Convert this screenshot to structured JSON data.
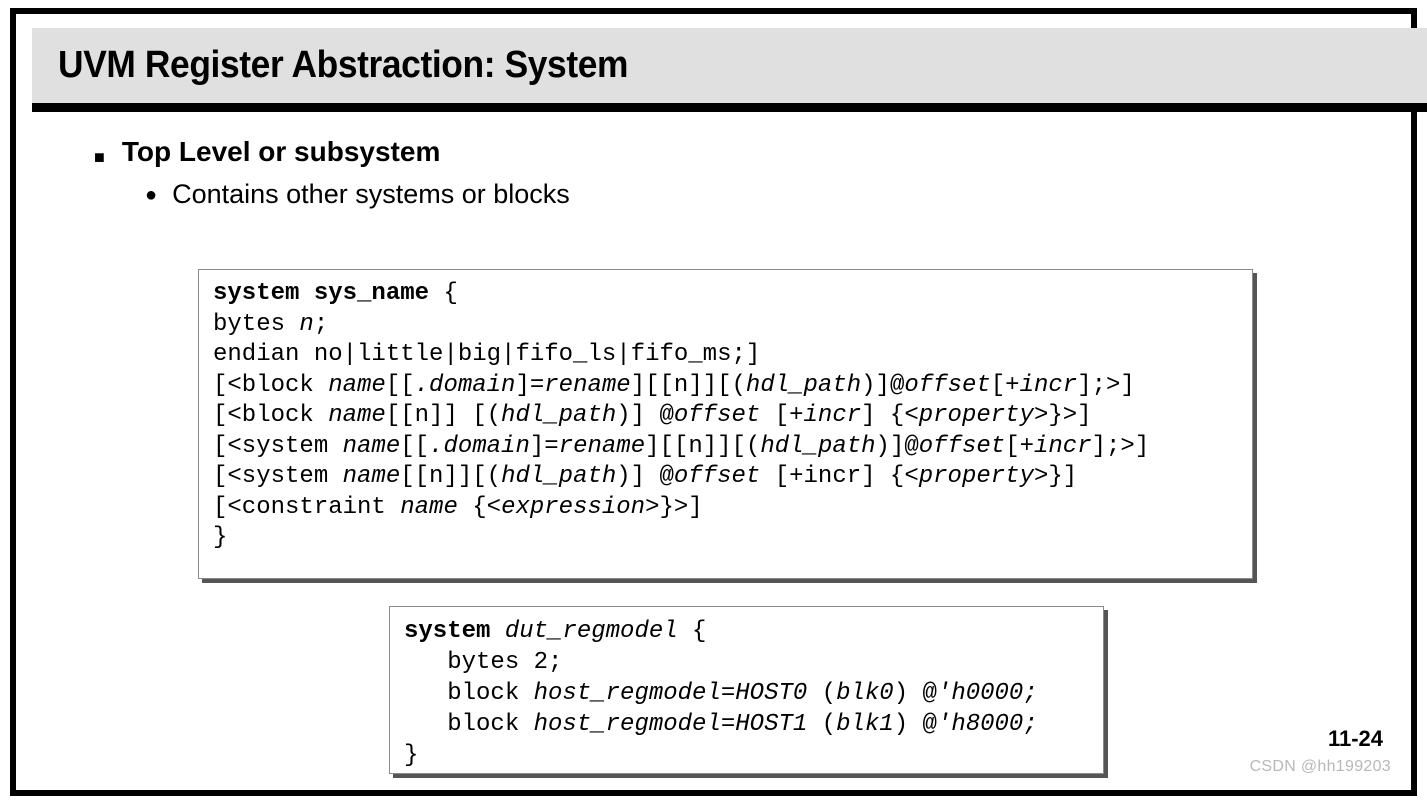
{
  "slide": {
    "title": "UVM Register Abstraction: System",
    "page_number": "11-24",
    "watermark": "CSDN @hh199203",
    "bullets": [
      {
        "level": 1,
        "marker": "■",
        "text": "Top Level or subsystem"
      },
      {
        "level": 2,
        "marker": "●",
        "text": "Contains other systems or blocks"
      }
    ]
  },
  "code_syntax": {
    "lines": [
      [
        {
          "t": "system sys_name",
          "style": "bold"
        },
        {
          "t": " {",
          "style": "plain"
        }
      ],
      [
        {
          "t": "bytes ",
          "style": "plain"
        },
        {
          "t": "n",
          "style": "italic"
        },
        {
          "t": ";",
          "style": "plain"
        }
      ],
      [
        {
          "t": "endian no|little|big|fifo_ls|fifo_ms;]",
          "style": "plain"
        }
      ],
      [
        {
          "t": "[<block ",
          "style": "plain"
        },
        {
          "t": "name",
          "style": "italic"
        },
        {
          "t": "[[",
          "style": "plain"
        },
        {
          "t": ".domain",
          "style": "italic"
        },
        {
          "t": "]=",
          "style": "plain"
        },
        {
          "t": "rename",
          "style": "italic"
        },
        {
          "t": "][[n]][(",
          "style": "plain"
        },
        {
          "t": "hdl_path",
          "style": "italic"
        },
        {
          "t": ")]@",
          "style": "plain"
        },
        {
          "t": "offset",
          "style": "italic"
        },
        {
          "t": "[+",
          "style": "plain"
        },
        {
          "t": "incr",
          "style": "italic"
        },
        {
          "t": "];>]",
          "style": "plain"
        }
      ],
      [
        {
          "t": "[<block ",
          "style": "plain"
        },
        {
          "t": "name",
          "style": "italic"
        },
        {
          "t": "[[n]] [(",
          "style": "plain"
        },
        {
          "t": "hdl_path",
          "style": "italic"
        },
        {
          "t": ")] @",
          "style": "plain"
        },
        {
          "t": "offset",
          "style": "italic"
        },
        {
          "t": " [+",
          "style": "plain"
        },
        {
          "t": "incr",
          "style": "italic"
        },
        {
          "t": "] {<",
          "style": "plain"
        },
        {
          "t": "property",
          "style": "italic"
        },
        {
          "t": ">}>]",
          "style": "plain"
        }
      ],
      [
        {
          "t": "[<system ",
          "style": "plain"
        },
        {
          "t": "name",
          "style": "italic"
        },
        {
          "t": "[[",
          "style": "plain"
        },
        {
          "t": ".domain",
          "style": "italic"
        },
        {
          "t": "]=",
          "style": "plain"
        },
        {
          "t": "rename",
          "style": "italic"
        },
        {
          "t": "][[n]][(",
          "style": "plain"
        },
        {
          "t": "hdl_path",
          "style": "italic"
        },
        {
          "t": ")]@",
          "style": "plain"
        },
        {
          "t": "offset",
          "style": "italic"
        },
        {
          "t": "[+",
          "style": "plain"
        },
        {
          "t": "incr",
          "style": "italic"
        },
        {
          "t": "];>]",
          "style": "plain"
        }
      ],
      [
        {
          "t": "[<system ",
          "style": "plain"
        },
        {
          "t": "name",
          "style": "italic"
        },
        {
          "t": "[[n]][(",
          "style": "plain"
        },
        {
          "t": "hdl_path",
          "style": "italic"
        },
        {
          "t": ")] @",
          "style": "plain"
        },
        {
          "t": "offset",
          "style": "italic"
        },
        {
          "t": " [+incr] {<",
          "style": "plain"
        },
        {
          "t": "property",
          "style": "italic"
        },
        {
          "t": ">}]",
          "style": "plain"
        }
      ],
      [
        {
          "t": "[<constraint ",
          "style": "plain"
        },
        {
          "t": "name",
          "style": "italic"
        },
        {
          "t": " {<",
          "style": "plain"
        },
        {
          "t": "expression",
          "style": "italic"
        },
        {
          "t": ">}>]",
          "style": "plain"
        }
      ],
      [
        {
          "t": "}",
          "style": "plain"
        }
      ]
    ]
  },
  "code_example": {
    "lines": [
      [
        {
          "t": "system ",
          "style": "bold"
        },
        {
          "t": "dut_regmodel",
          "style": "italic"
        },
        {
          "t": " {",
          "style": "plain"
        }
      ],
      [
        {
          "t": "   bytes 2;",
          "style": "plain"
        }
      ],
      [
        {
          "t": "   block ",
          "style": "plain"
        },
        {
          "t": "host_regmodel=HOST0",
          "style": "italic"
        },
        {
          "t": " (",
          "style": "plain"
        },
        {
          "t": "blk0",
          "style": "italic"
        },
        {
          "t": ") @",
          "style": "plain"
        },
        {
          "t": "'h0000;",
          "style": "italic"
        }
      ],
      [
        {
          "t": "   block ",
          "style": "plain"
        },
        {
          "t": "host_regmodel=HOST1",
          "style": "italic"
        },
        {
          "t": " (",
          "style": "plain"
        },
        {
          "t": "blk1",
          "style": "italic"
        },
        {
          "t": ") @",
          "style": "plain"
        },
        {
          "t": "'h8000;",
          "style": "italic"
        }
      ],
      [
        {
          "t": "}",
          "style": "plain"
        }
      ]
    ]
  }
}
